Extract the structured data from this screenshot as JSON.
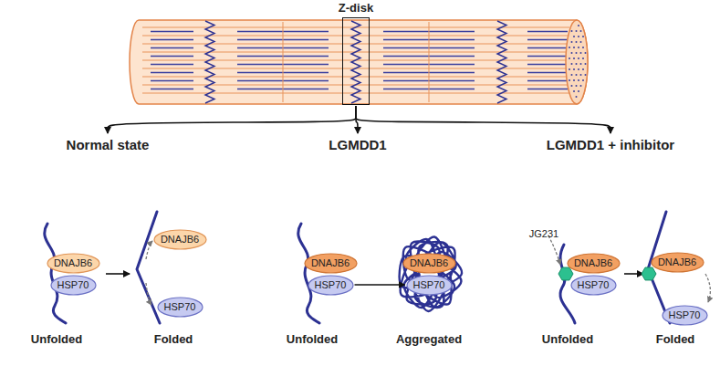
{
  "diagram": {
    "nodes": [
      {
        "text": [
          "Z-disk"
        ]
      },
      {
        "text": [
          "Normal state"
        ]
      },
      {
        "text": [
          "DNAJB6"
        ],
        "in": 1
      },
      {
        "text": [
          "HSP70"
        ],
        "in": 1
      },
      {
        "text": [
          "DNAJB6"
        ],
        "in": 1
      },
      {
        "text": [
          "HSP70"
        ],
        "in": 1
      },
      {
        "text": [
          "LGMDD1"
        ]
      },
      {
        "text": [
          "DNAJB6"
        ],
        "in": 6
      },
      {
        "text": [
          "HSP70"
        ],
        "in": 6
      },
      {
        "text": [
          "DNAJB6"
        ],
        "in": 6
      },
      {
        "text": [
          "HSP70"
        ],
        "in": 6
      },
      {
        "text": [
          "LGMDD1 + inhibitor"
        ]
      },
      {
        "text": [
          "DNAJB6"
        ],
        "in": 11
      },
      {
        "text": [
          "HSP70"
        ],
        "in": 11
      },
      {
        "text": [
          "DNAJB6"
        ],
        "in": 11
      },
      {
        "text": [
          "HSP70"
        ],
        "in": 11
      }
    ],
    "edges": [
      {
        "from": 0,
        "to": 1,
        "arrow": "to"
      },
      {
        "from": 0,
        "to": 6,
        "arrow": "to"
      },
      {
        "from": 0,
        "to": 11,
        "arrow": "to"
      },
      {
        "from": 8,
        "to": 10,
        "arrow": "to"
      }
    ],
    "labels": [
      "Unfolded",
      "Folded",
      "Unfolded",
      "Aggregated",
      "Unfolded",
      "Folded",
      "JG231"
    ]
  }
}
